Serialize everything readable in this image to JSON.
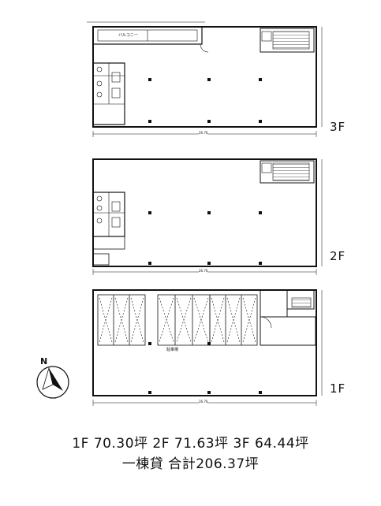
{
  "floors": [
    {
      "id": "3f",
      "label": "3F",
      "balcony_label": "バルコニー",
      "dimension": "26.76"
    },
    {
      "id": "2f",
      "label": "2F",
      "dimension": "26.76"
    },
    {
      "id": "1f",
      "label": "1F",
      "dimension": "26.76",
      "garage_label": "駐車場"
    }
  ],
  "compass": {
    "label": "N",
    "icon": "compass-north-icon"
  },
  "summary": {
    "line1": "1F 70.30坪  2F 71.63坪  3F 64.44坪",
    "line2": "一棟貸  合計206.37坪"
  }
}
